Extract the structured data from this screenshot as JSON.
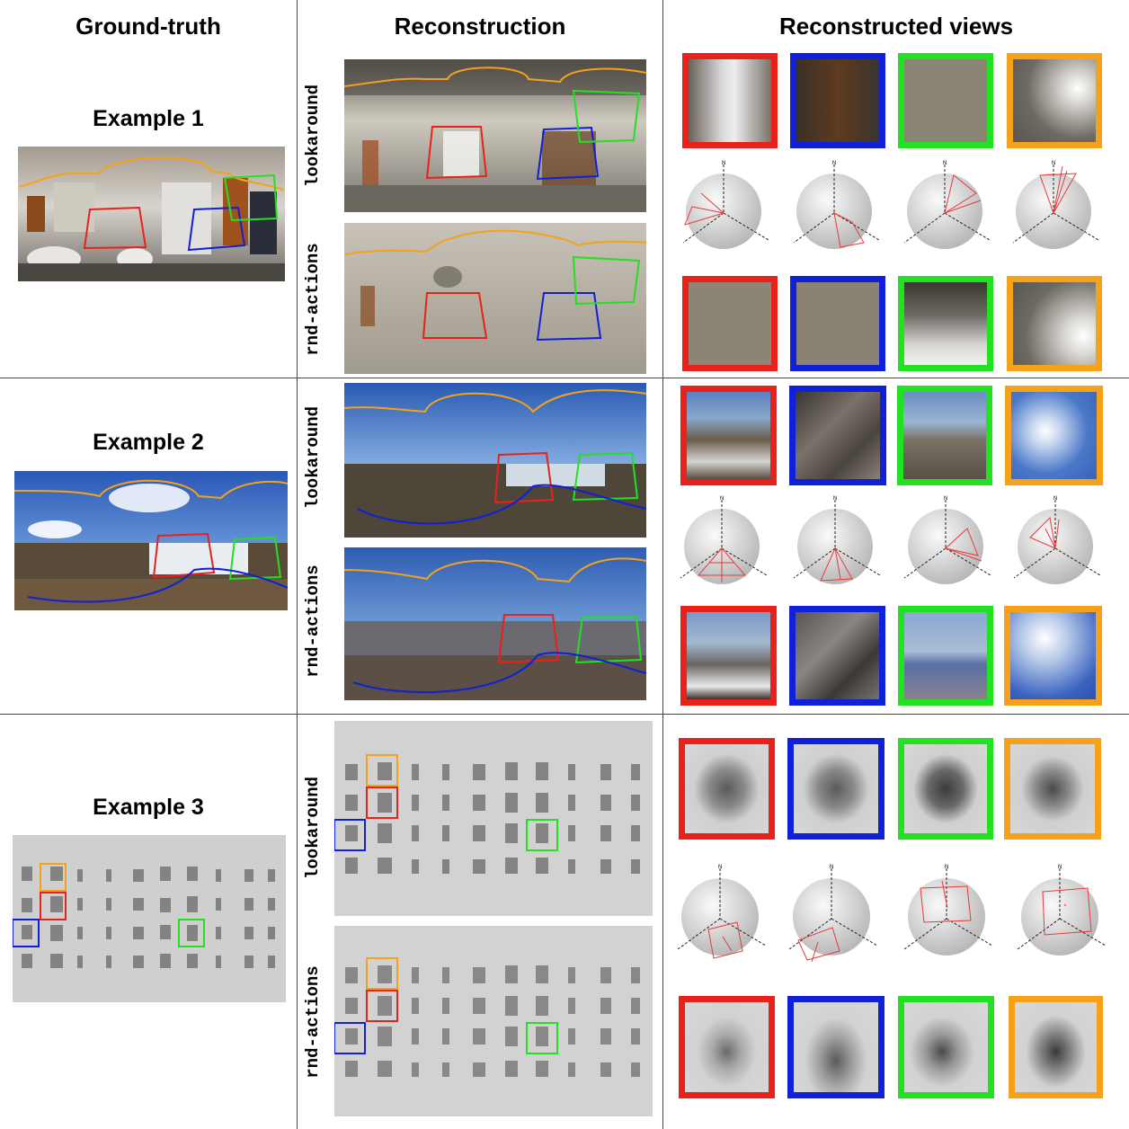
{
  "headers": {
    "ground_truth": "Ground-truth",
    "reconstruction": "Reconstruction",
    "reconstructed_views": "Reconstructed views"
  },
  "examples": [
    {
      "label": "Example 1",
      "methods": [
        "lookaround",
        "rnd-actions"
      ]
    },
    {
      "label": "Example 2",
      "methods": [
        "lookaround",
        "rnd-actions"
      ]
    },
    {
      "label": "Example 3",
      "methods": [
        "lookaround",
        "rnd-actions"
      ]
    }
  ],
  "colors": {
    "red": "#e8211b",
    "blue": "#1020d8",
    "green": "#22e022",
    "orange": "#f5a21a",
    "path": "#e83a3a"
  },
  "axis_labels": {
    "north": "N"
  }
}
